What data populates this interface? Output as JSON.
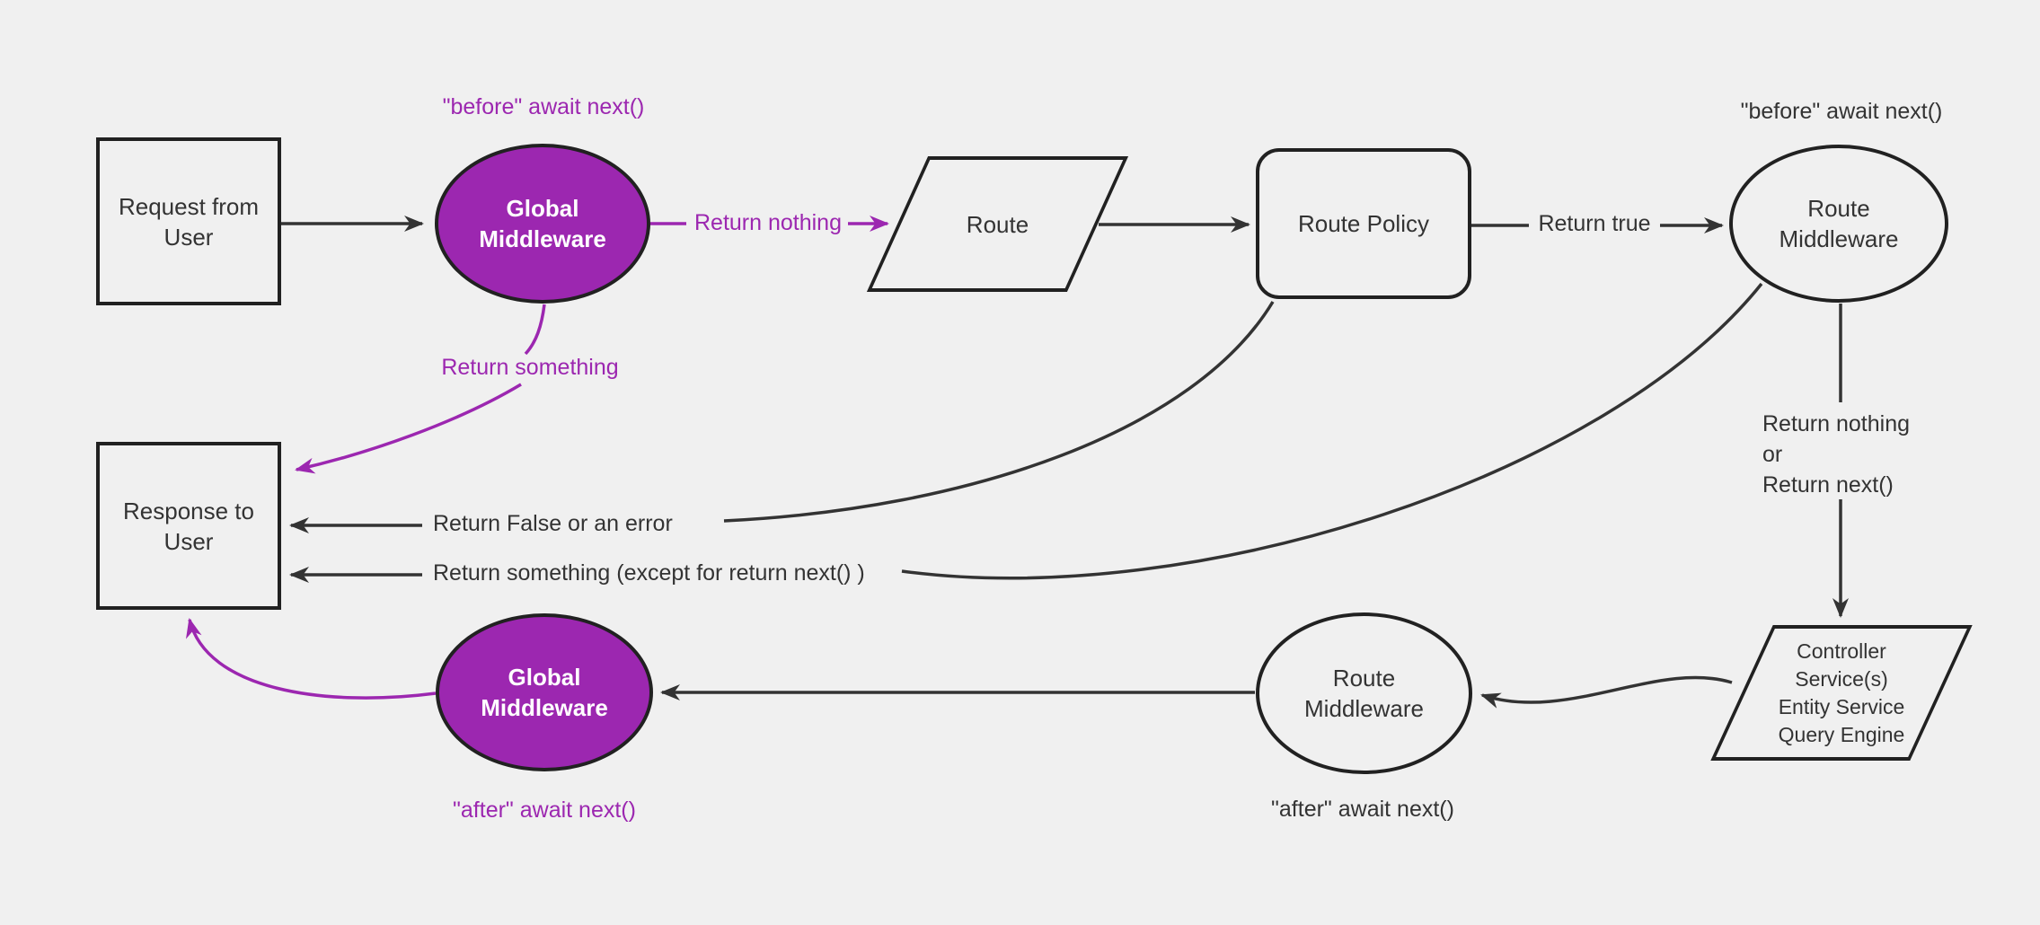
{
  "meta": {
    "diagram_type": "flowchart",
    "background_color": "#f0f0f0",
    "accent_purple": "#9c27b0",
    "line_color": "#333333",
    "border_color": "#212121"
  },
  "nodes": {
    "request": {
      "lines": [
        "Request from",
        "User"
      ]
    },
    "global_mw_top": {
      "lines": [
        "Global",
        "Middleware"
      ]
    },
    "route": {
      "lines": [
        "Route"
      ]
    },
    "route_policy": {
      "lines": [
        "Route Policy"
      ]
    },
    "route_mw_top": {
      "lines": [
        "Route",
        "Middleware"
      ]
    },
    "controller": {
      "lines": [
        "Controller",
        "Service(s)",
        "Entity Service",
        "Query Engine"
      ]
    },
    "route_mw_bottom": {
      "lines": [
        "Route",
        "Middleware"
      ]
    },
    "global_mw_bottom": {
      "lines": [
        "Global",
        "Middleware"
      ]
    },
    "response": {
      "lines": [
        "Response to",
        "User"
      ]
    }
  },
  "labels": {
    "before_await_top": "\"before\" await next()",
    "before_await_right": "\"before\" await next()",
    "return_nothing": "Return nothing",
    "return_true": "Return true",
    "return_nothing_or": {
      "lines": [
        "Return nothing",
        "or",
        "Return next()"
      ]
    },
    "return_something": "Return something",
    "return_false_error": "Return False or an error",
    "return_something_except": "Return something (except for return next() )",
    "after_await_mid": "\"after\" await next()",
    "after_await_left": "\"after\" await next()"
  }
}
